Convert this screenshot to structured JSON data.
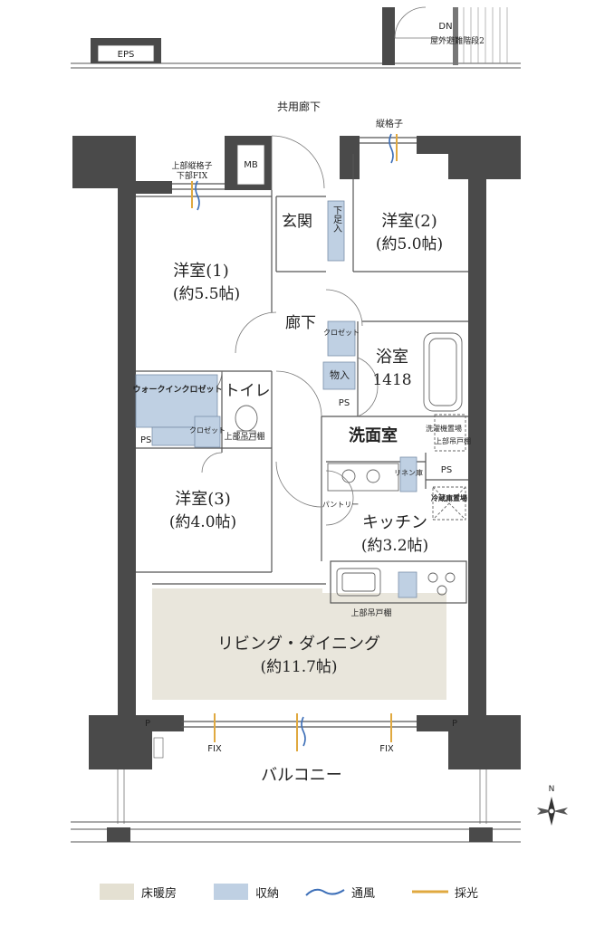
{
  "labels": {
    "dn": "DN",
    "eps": "EPS",
    "stairs": "屋外避難階段2",
    "corridor": "共用廊下",
    "grille_top": "縦格子",
    "grille_upper": "上部縦格子",
    "fix_lower": "下部FIX",
    "mb": "MB",
    "genkan": "玄関",
    "shoe_box": "下足入",
    "room2_name": "洋室(2)",
    "room2_size": "(約5.0帖)",
    "room1_name": "洋室(1)",
    "room1_size": "(約5.5帖)",
    "hallway": "廊下",
    "closet_small": "クロゼット",
    "storage": "物入",
    "bath_name": "浴室",
    "bath_size": "1418",
    "ps": "PS",
    "wic": "ウォークインクロゼット",
    "toilet": "トイレ",
    "upper_cabinet": "上部吊戸棚",
    "washroom": "洗面室",
    "washer": "洗濯機置場",
    "linen": "リネン庫",
    "fridge": "冷蔵庫置場",
    "pantry": "パントリー",
    "kitchen_name": "キッチン",
    "kitchen_size": "(約3.2帖)",
    "room3_name": "洋室(3)",
    "room3_size": "(約4.0帖)",
    "ldk_name": "リビング・ダイニング",
    "ldk_size": "(約11.7帖)",
    "p": "P",
    "fix": "FIX",
    "balcony": "バルコニー",
    "north": "N"
  },
  "legend": [
    {
      "label": "床暖房",
      "kind": "floor-heating",
      "color": "#e4e0d2"
    },
    {
      "label": "収納",
      "kind": "storage",
      "color": "#bfd0e3"
    },
    {
      "label": "通風",
      "kind": "ventilation",
      "color": "#3d6fb8"
    },
    {
      "label": "採光",
      "kind": "daylight",
      "color": "#e0a940"
    }
  ],
  "colors": {
    "wall": "#4a4a4a",
    "storage": "#bfd0e3",
    "floor_heating": "#e9e6dc",
    "ventilation": "#3d6fb8",
    "daylight": "#e0a940"
  }
}
